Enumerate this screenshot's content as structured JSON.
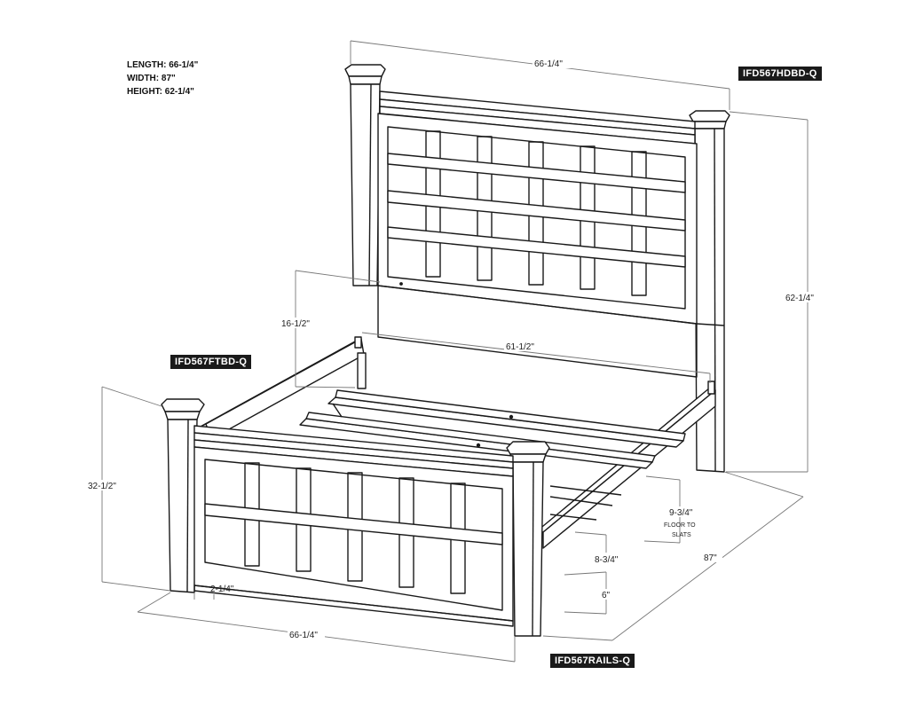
{
  "specs": {
    "length": "LENGTH: 66-1/4\"",
    "width": "WIDTH: 87\"",
    "height": "HEIGHT: 62-1/4\""
  },
  "tags": {
    "headboard": "IFD567HDBD-Q",
    "footboard": "IFD567FTBD-Q",
    "rails": "IFD567RAILS-Q"
  },
  "dims": {
    "headboard_width": "66-1/4\"",
    "headboard_height": "62-1/4\"",
    "inner_width": "61-1/2\"",
    "rail_height": "16-1/2\"",
    "footboard_height": "32-1/2\"",
    "post_width": "2-1/4\"",
    "footboard_width": "66-1/4\"",
    "length": "87\"",
    "floor_to_slats": "9-3/4\"",
    "floor_to_slats_note_1": "FLOOR TO",
    "floor_to_slats_note_2": "SLATS",
    "rail_clearance": "8-3/4\"",
    "leg_height": "6\""
  },
  "colors": {
    "line": "#1a1a1a",
    "tag_bg": "#1a1a1a",
    "tag_text": "#ffffff"
  }
}
